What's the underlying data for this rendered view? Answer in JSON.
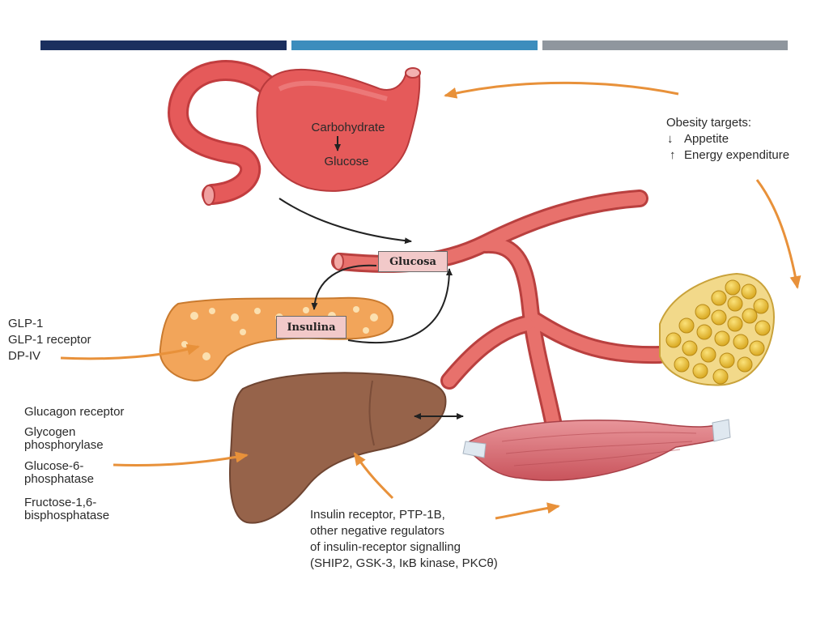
{
  "header_bars": {
    "colors": [
      "#1b2f5e",
      "#3c8dbd",
      "#8f969e"
    ]
  },
  "stomach": {
    "line1": "Carbohydrate",
    "line2": "Glucose"
  },
  "obesity": {
    "title": "Obesity targets:",
    "down_marker": "↓",
    "item1": "Appetite",
    "up_marker": "↑",
    "item2": "Energy expenditure"
  },
  "pancreas_targets": [
    "GLP-1",
    "GLP-1 receptor",
    "DP-IV"
  ],
  "liver_targets": [
    "Glucagon receptor",
    "Glycogen",
    "phosphorylase",
    "Glucose-6-",
    "phosphatase",
    "Fructose-1,6-",
    "bisphosphatase"
  ],
  "insulin_targets": [
    "Insulin receptor, PTP-1B,",
    "other negative regulators",
    "of insulin-receptor signalling",
    "(SHIP2, GSK-3, IκB kinase, PKCθ)"
  ],
  "boxes": {
    "glucosa": "Glucosa",
    "insulina": "Insulina"
  },
  "colors": {
    "vessel": "#e0645f",
    "stomach": "#e55a5a",
    "pancreas": "#f2a55a",
    "liver": "#96634a",
    "fat": "#eec23a",
    "muscle": "#d9757a",
    "arrow_orange": "#e8913a"
  }
}
